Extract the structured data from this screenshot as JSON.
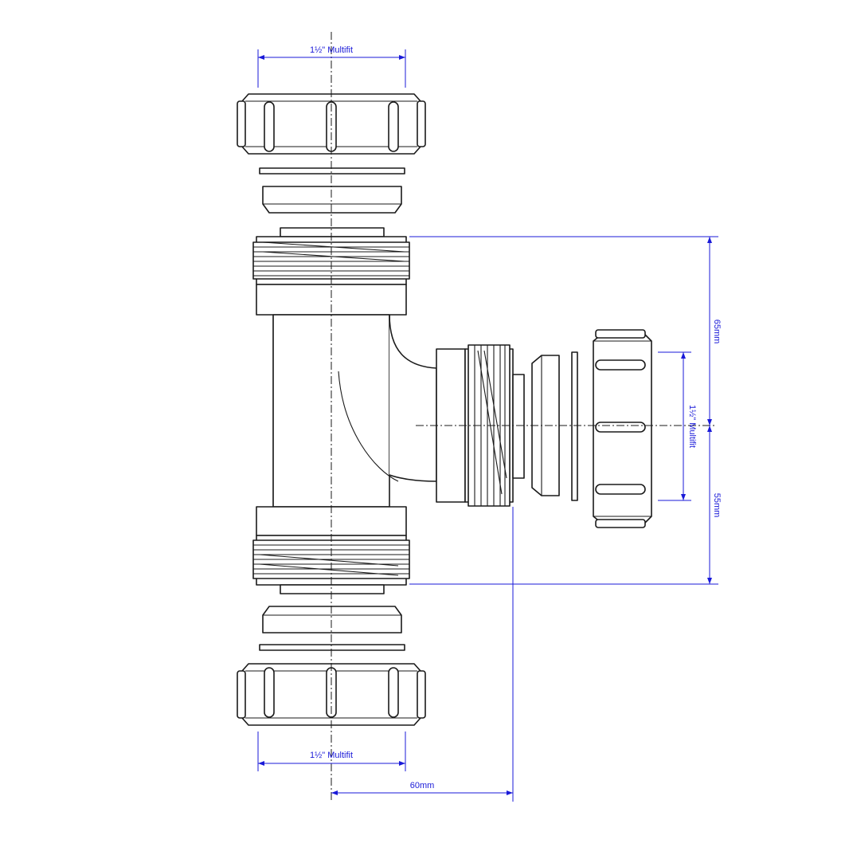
{
  "colors": {
    "outline": "#1a1a1a",
    "dimension": "#1a1ad8",
    "background": "#ffffff"
  },
  "labels": {
    "top_width": "1½\" Multifit",
    "bottom_width": "1½\" Multifit",
    "side_height": "1½\" Multifit",
    "upper_length": "65mm",
    "lower_length": "55mm",
    "branch_offset": "60mm"
  }
}
